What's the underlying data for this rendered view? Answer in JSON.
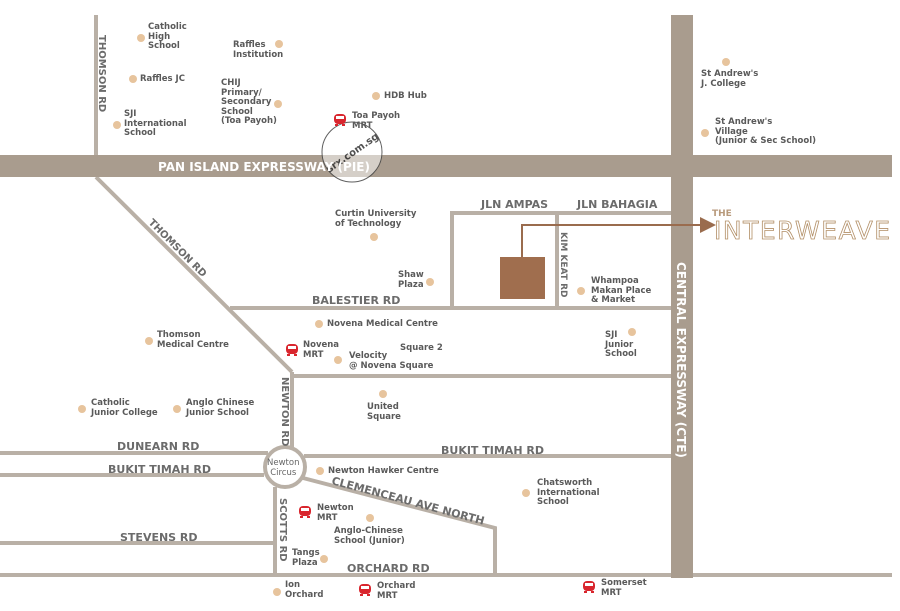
{
  "roads": {
    "thomson_rd_top": "THOMSON RD",
    "pie": "PAN ISLAND EXPRESSWAY (PIE)",
    "cte": "CENTRAL EXPRESSWAY (CTE)",
    "thomson_rd_diag": "THOMSON RD",
    "jln_ampas": "JLN AMPAS",
    "jln_bahagia": "JLN BAHAGIA",
    "kim_keat_rd": "KIM KEAT RD",
    "balestier_rd": "BALESTIER RD",
    "newton_rd": "NEWTON RD",
    "dunearn_rd": "DUNEARN RD",
    "bukit_timah_left": "BUKIT TIMAH RD",
    "bukit_timah_right": "BUKIT TIMAH RD",
    "clemenceau": "CLEMENCEAU AVE NORTH",
    "scotts_rd": "SCOTTS RD",
    "stevens_rd": "STEVENS RD",
    "orchard_rd": "ORCHARD RD",
    "newton_circus": "Newton\nCircus"
  },
  "pois": {
    "catholic_high": "Catholic\nHigh\nSchool",
    "raffles_inst": "Raffles\nInstitution",
    "raffles_jc": "Raffles JC",
    "chij": "CHIJ\nPrimary/\nSecondary\nSchool\n(Toa Payoh)",
    "hdb_hub": "HDB Hub",
    "sji_intl": "SJI\nInternational\nSchool",
    "st_andrews_jc": "St Andrew's\nJ. College",
    "st_andrews_village": "St Andrew's\nVillage\n(Junior & Sec School)",
    "curtin": "Curtin University\nof Technology",
    "shaw_plaza": "Shaw\nPlaza",
    "whampoa": "Whampoa\nMakan Place\n& Market",
    "novena_medical": "Novena Medical Centre",
    "thomson_medical": "Thomson\nMedical Centre",
    "square2": "Square 2",
    "velocity": "Velocity\n@ Novena Square",
    "sji_junior": "SJI\nJunior\nSchool",
    "cjc": "Catholic\nJunior College",
    "acjs": "Anglo Chinese\nJunior School",
    "united_square": "United\nSquare",
    "newton_hawker": "Newton Hawker Centre",
    "chatsworth": "Chatsworth\nInternational\nSchool",
    "acs_junior": "Anglo-Chinese\nSchool (Junior)",
    "tangs": "Tangs\nPlaza",
    "ion": "Ion\nOrchard"
  },
  "mrt": {
    "toa_payoh": "Toa Payoh\nMRT",
    "novena": "Novena\nMRT",
    "newton": "Newton\nMRT",
    "orchard": "Orchard\nMRT",
    "somerset": "Somerset\nMRT"
  },
  "logo": {
    "the": "THE",
    "name": "INTERWEAVE"
  },
  "watermark": "srx.com.sg",
  "colors": {
    "expressway": "#a99c8e",
    "road": "#b9b0a6",
    "site": "#a06e4e",
    "poi": "#e7c49d",
    "mrt": "#d9262e"
  }
}
